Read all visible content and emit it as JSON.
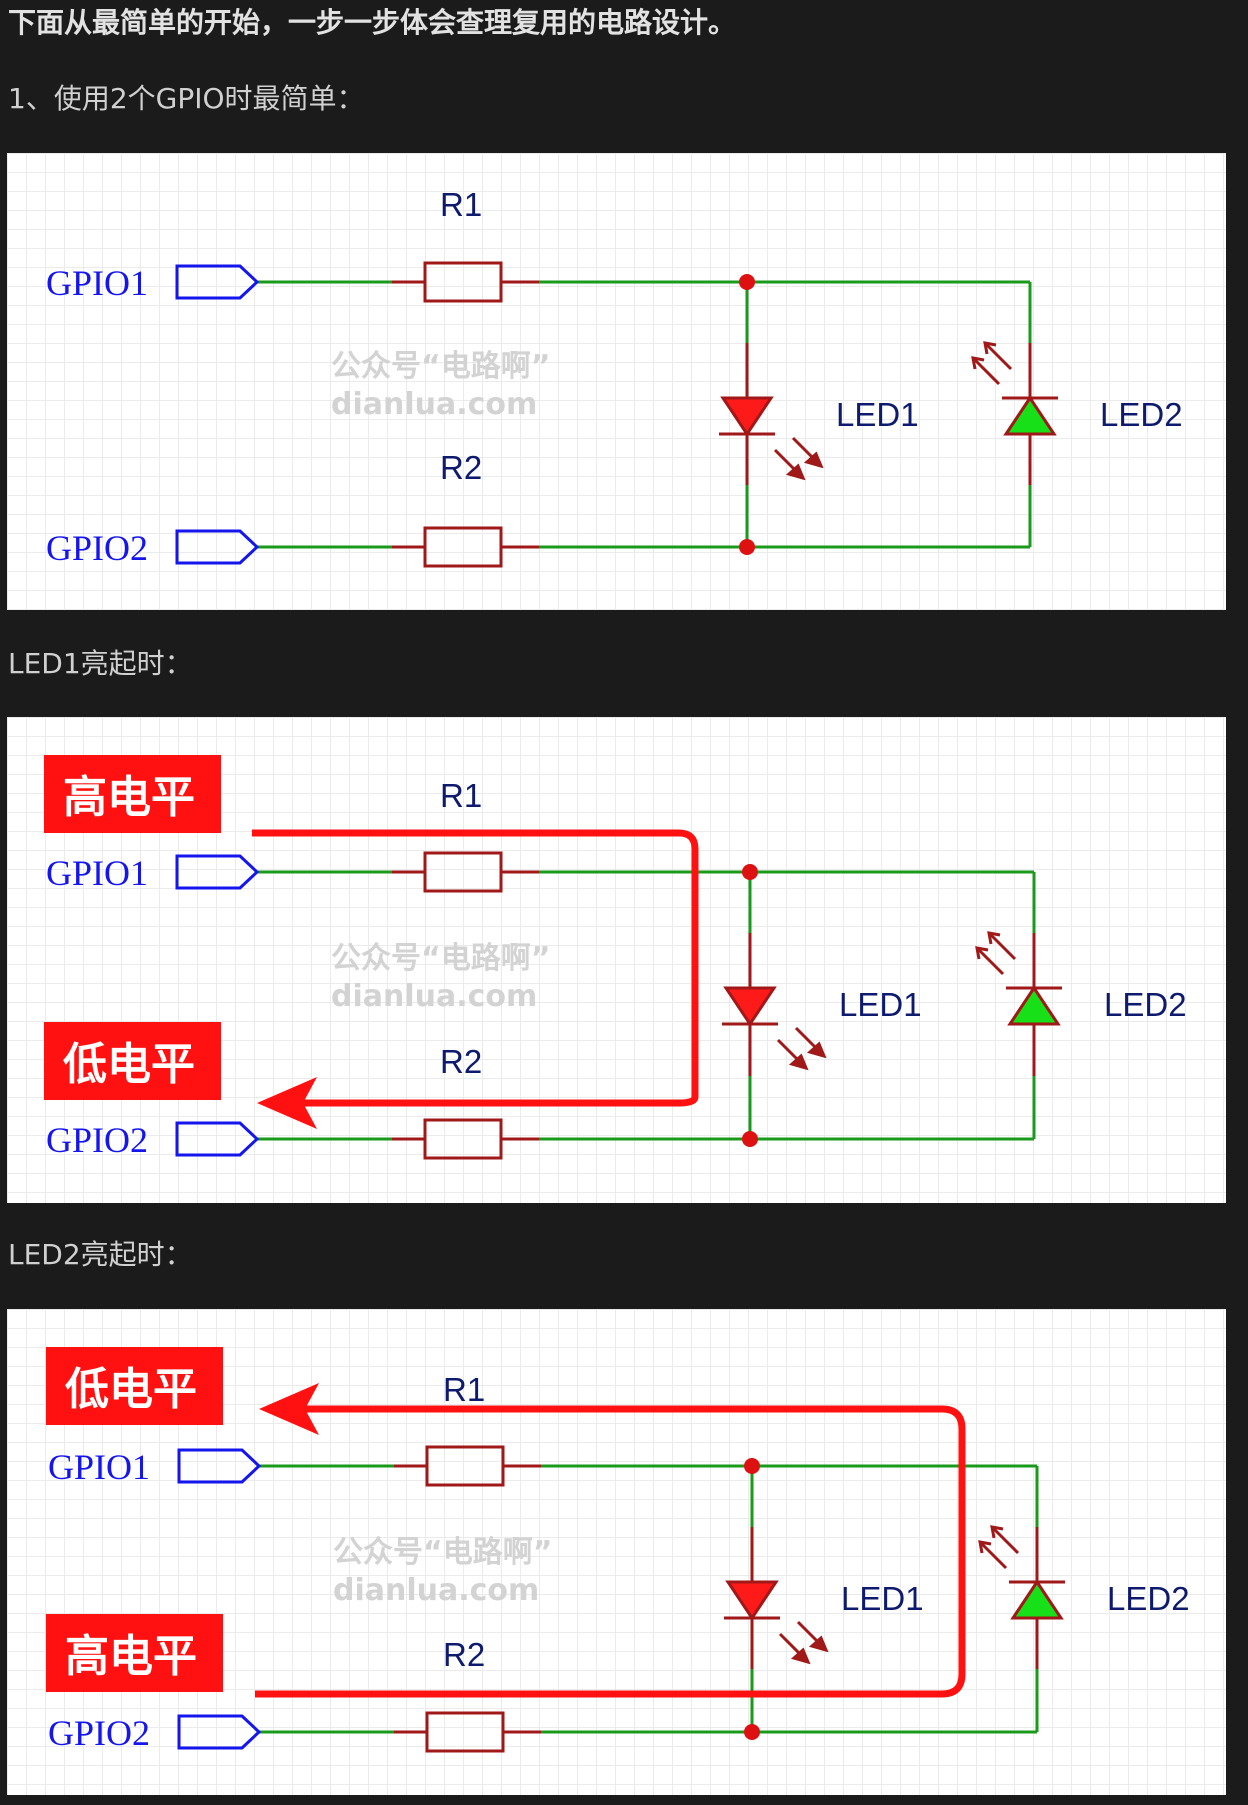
{
  "text": {
    "heading": "下面从最简单的开始，一步一步体会查理复用的电路设计。",
    "p1": "1、使用2个GPIO时最简单：",
    "p2": "LED1亮起时：",
    "p3": "LED2亮起时："
  },
  "labels": {
    "gpio1": "GPIO1",
    "gpio2": "GPIO2",
    "r1": "R1",
    "r2": "R2",
    "led1": "LED1",
    "led2": "LED2",
    "watermark_line1": "公众号“电路啊”",
    "watermark_line2": "dianlua.com"
  },
  "levels": {
    "high": "高电平",
    "low": "低电平"
  },
  "colors": {
    "wire": "#1a9a1a",
    "resistor": "#a01818",
    "gpio": "#1515ee",
    "led1": "#ff1a1a",
    "led2": "#18e018",
    "current": "#ff1a1a"
  }
}
